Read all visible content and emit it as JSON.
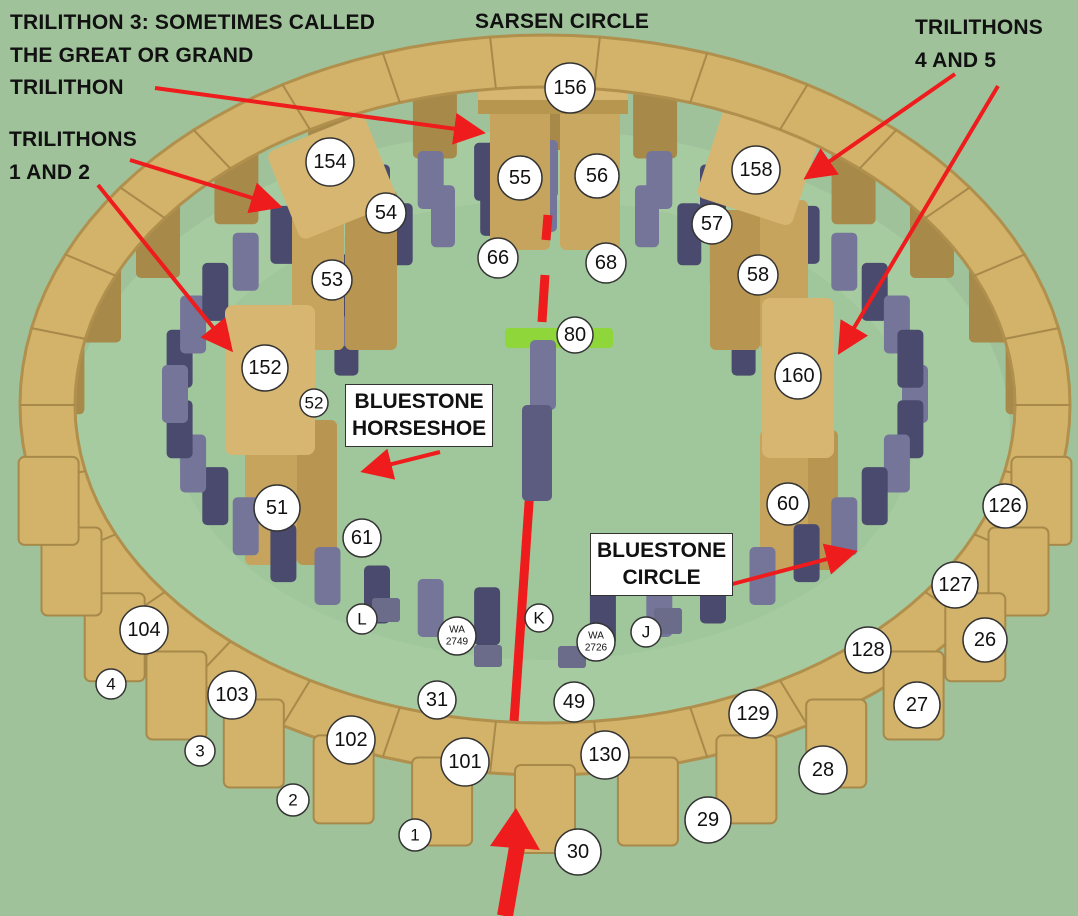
{
  "colors": {
    "ground": "#9fc29a",
    "sarsen": "#d3b26a",
    "sarsen_dark": "#a7894a",
    "bluestone": "#4a4a6e",
    "bluestone_light": "#75759a",
    "arrow": "#ee1c1c",
    "altar": "#8fd63a"
  },
  "labels": {
    "sarsen_circle": "SARSEN CIRCLE",
    "trilithon_3": [
      "TRILITHON 3: SOMETIMES CALLED",
      "THE GREAT OR GRAND",
      "TRILITHON"
    ],
    "trilithons_1_2": [
      "TRILITHONS",
      "1 AND 2"
    ],
    "trilithons_4_5": [
      "TRILITHONS",
      "4 AND 5"
    ],
    "bluestone_horseshoe": [
      "BLUESTONE",
      "HORSESHOE"
    ],
    "bluestone_circle": [
      "BLUESTONE",
      "CIRCLE"
    ]
  },
  "stones": [
    "156",
    "154",
    "158",
    "55",
    "56",
    "54",
    "57",
    "66",
    "68",
    "53",
    "58",
    "80",
    "152",
    "160",
    "52",
    "51",
    "60",
    "61",
    "126",
    "127",
    "26",
    "128",
    "27",
    "104",
    "4",
    "103",
    "3",
    "102",
    "2",
    "101",
    "1",
    "30",
    "130",
    "29",
    "129",
    "28",
    "31",
    "49",
    "L",
    "K",
    "J"
  ],
  "small_markers": [
    {
      "line1": "WA",
      "line2": "2749"
    },
    {
      "line1": "WA",
      "line2": "2726"
    }
  ]
}
